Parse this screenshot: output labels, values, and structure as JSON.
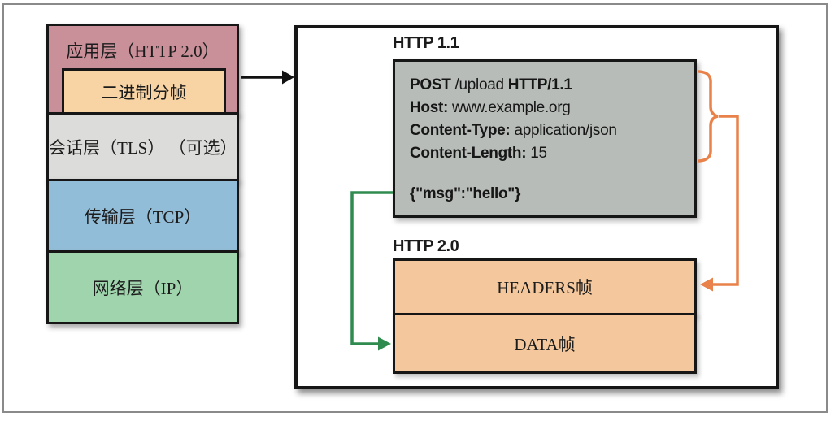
{
  "stack": {
    "layers": [
      {
        "id": "application",
        "label": "应用层（HTTP 2.0）",
        "color": "#c9909a"
      },
      {
        "id": "binary-framing",
        "label": "二进制分帧",
        "color": "#f8d3a3"
      },
      {
        "id": "session",
        "label": "会话层（TLS） （可选）",
        "color": "#dcdcda"
      },
      {
        "id": "transport",
        "label": "传输层（TCP）",
        "color": "#92bdd8"
      },
      {
        "id": "network",
        "label": "网络层（IP）",
        "color": "#9fd4ad"
      }
    ]
  },
  "panel": {
    "http11_label": "HTTP 1.1",
    "http20_label": "HTTP 2.0",
    "request": {
      "method": "POST",
      "path": " /upload ",
      "version": "HTTP/1.1",
      "host_key": "Host:",
      "host_value": " www.example.org",
      "content_type_key": "Content-Type:",
      "content_type_value": " application/json",
      "content_length_key": "Content-Length:",
      "content_length_value": " 15",
      "body": "{\"msg\":\"hello\"}"
    },
    "frames": [
      {
        "label": "HEADERS帧"
      },
      {
        "label": "DATA帧"
      }
    ]
  },
  "colors": {
    "headers_arrow": "#e8824a",
    "body_arrow": "#2f8c4e",
    "stack_arrow": "#111111",
    "request_box": "#b7bcb8",
    "frame_box": "#f4c89c"
  }
}
